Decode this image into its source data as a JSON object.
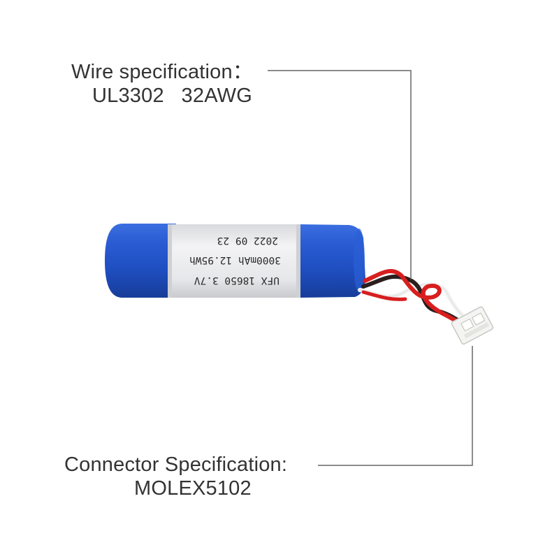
{
  "wire_spec": {
    "title": "Wire specification：",
    "value": "UL3302   32AWG"
  },
  "connector_spec": {
    "title": "Connector Specification:",
    "value": "MOLEX5102"
  },
  "battery_label": {
    "line1": "UFX 18650 3.7V",
    "line2": "3000mAh 12.95Wh",
    "line3": "2022 09 23"
  },
  "colors": {
    "battery_blue": "#2354c7",
    "label_sleeve": "#e9eaec",
    "wire_red": "#d81e1e",
    "wire_black": "#2b1e1e",
    "wire_white": "#f2f2f2",
    "connector": "#f4f4f2",
    "callout_line": "#666666",
    "text": "#333333"
  }
}
